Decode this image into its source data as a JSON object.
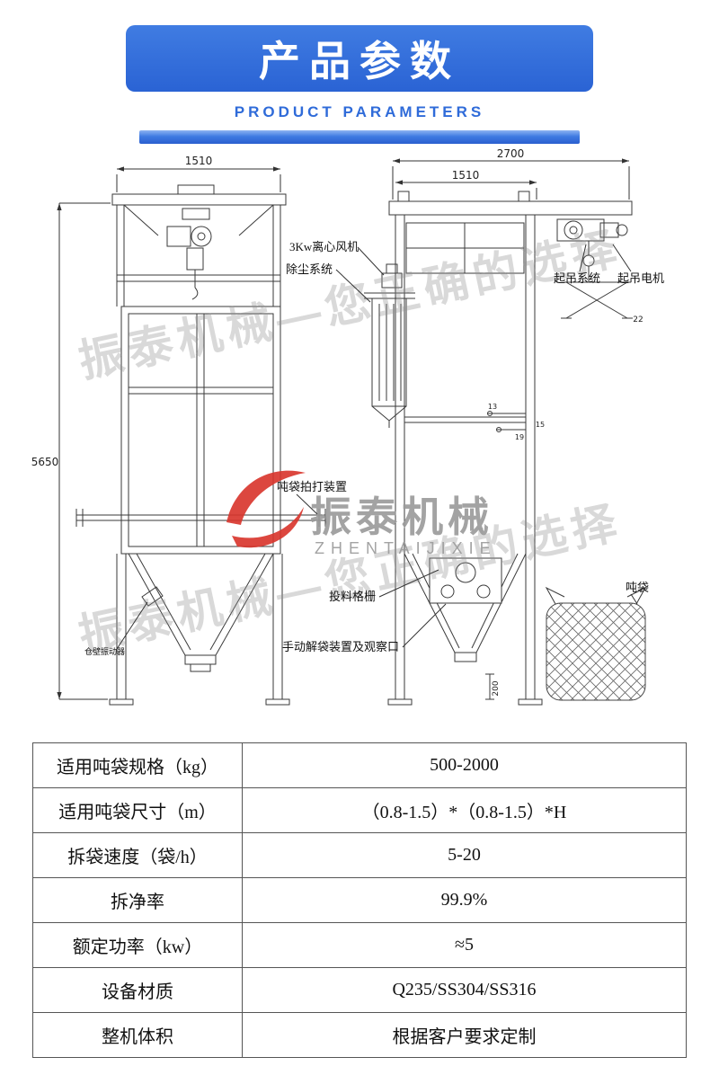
{
  "header": {
    "title": "产品参数",
    "subtitle": "PRODUCT PARAMETERS"
  },
  "diagram": {
    "labels": {
      "fan": "3Kw离心风机",
      "dust": "除尘系统",
      "lift_system": "起吊系统",
      "lift_motor": "起吊电机",
      "beater": "吨袋拍打装置",
      "grid": "投料格栅",
      "manual": "手动解袋装置及观察口",
      "bag": "吨袋",
      "vibrator": "仓壁振动器"
    },
    "dimensions": {
      "left_width": "1510",
      "left_height": "5650",
      "right_width": "2700",
      "right_inner_width": "1510",
      "spreader": "22",
      "clamp_a": "13",
      "clamp_b": "15",
      "clamp_c": "19",
      "outlet_height": "200"
    },
    "watermark": {
      "brand": "振泰机械",
      "brand_en": "ZHENTAIJIXIE",
      "slogan": "振泰机械—您正确的选择",
      "accent_color": "#d9342b"
    }
  },
  "table": {
    "rows": [
      {
        "label": "适用吨袋规格（kg）",
        "value": "500-2000"
      },
      {
        "label": "适用吨袋尺寸（m）",
        "value": "（0.8-1.5）*（0.8-1.5）*H"
      },
      {
        "label": "拆袋速度（袋/h）",
        "value": "5-20"
      },
      {
        "label": "拆净率",
        "value": "99.9%"
      },
      {
        "label": "额定功率（kw）",
        "value": "≈5"
      },
      {
        "label": "设备材质",
        "value": "Q235/SS304/SS316"
      },
      {
        "label": "整机体积",
        "value": "根据客户要求定制"
      }
    ]
  }
}
